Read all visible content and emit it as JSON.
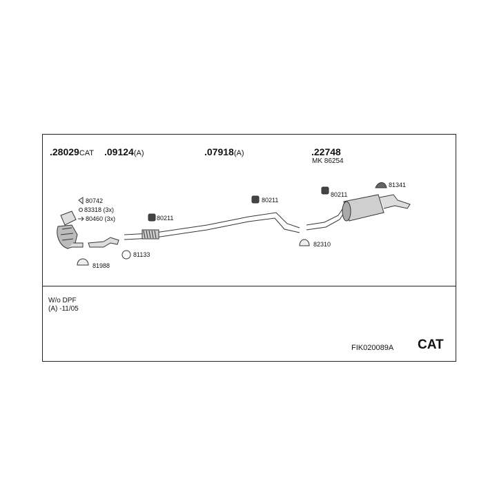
{
  "part_numbers": {
    "p1": {
      "number": ".28029",
      "suffix": "CAT"
    },
    "p2": {
      "number": ".09124",
      "suffix": "(A)"
    },
    "p3": {
      "number": ".07918",
      "suffix": "(A)"
    },
    "p4": {
      "number": ".22748",
      "suffix": ""
    },
    "p4_sub": "MK 86254"
  },
  "callouts": {
    "c80742": "80742",
    "c83318": "83318 (3x)",
    "c80460": "80460 (3x)",
    "c81988": "81988",
    "c81133": "81133",
    "c80211a": "80211",
    "c80211b": "80211",
    "c80211c": "80211",
    "c82310": "82310",
    "c81341": "81341"
  },
  "notes": {
    "line1": "W/o DPF",
    "line2": "(A) -11/05"
  },
  "footer": {
    "code": "FIK020089A",
    "badge": "CAT"
  }
}
